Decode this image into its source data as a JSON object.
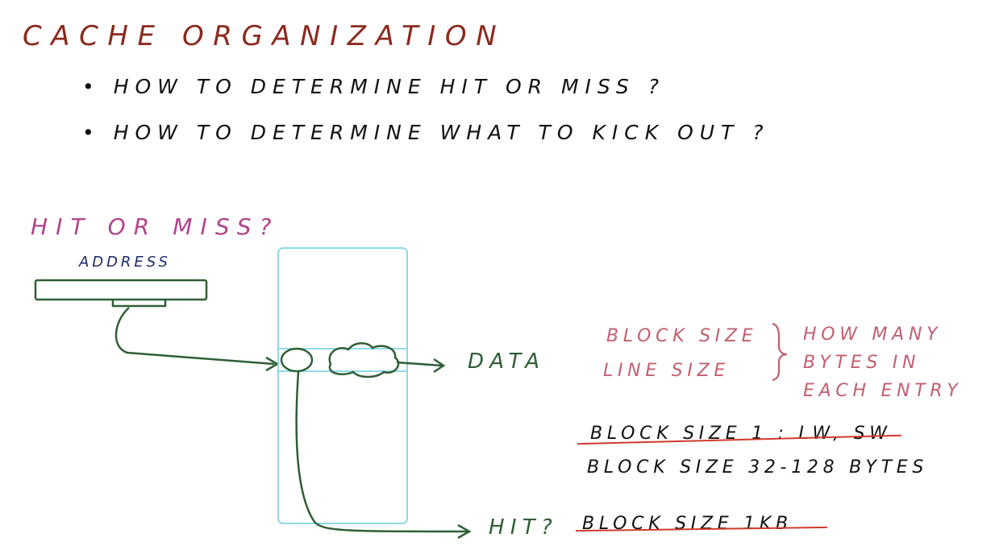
{
  "title": "CACHE ORGANIZATION",
  "bullets": [
    "• HOW TO DETERMINE HIT OR MISS ?",
    "• HOW TO DETERMINE WHAT TO KICK OUT ?"
  ],
  "diagram": {
    "heading": "HIT OR MISS?",
    "address_label": "ADDRESS",
    "data_label": "DATA",
    "hit_label": "HIT?"
  },
  "notes": {
    "block_size": "BLOCK SIZE",
    "line_size": "LINE SIZE",
    "how_many": [
      "HOW MANY",
      "BYTES IN",
      "EACH ENTRY"
    ],
    "block_size_1": "BLOCK SIZE 1 : LW, SW",
    "block_size_range": "BLOCK SIZE 32-128 BYTES",
    "block_size_1kb": "BLOCK SIZE 1KB"
  },
  "colors": {
    "title": "#8b2a1e",
    "heading": "#b0448a",
    "address": "#1e2a6a",
    "arrows": "#2f5e35",
    "cache_box": "#7fd6e3",
    "notes": "#c06070",
    "strike": "#d13a2c"
  }
}
